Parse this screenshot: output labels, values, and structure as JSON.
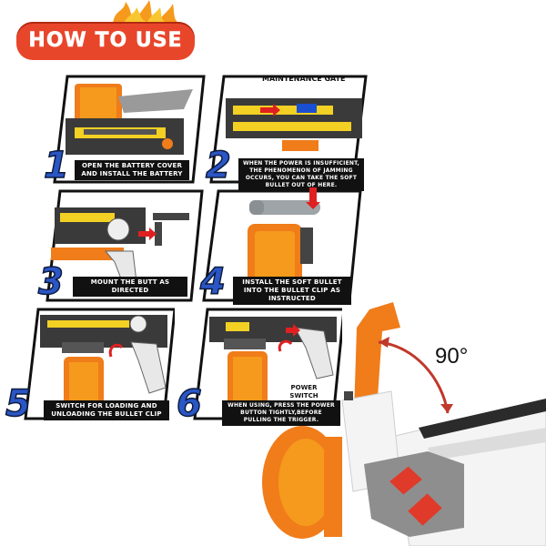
{
  "header": {
    "title": "HOW TO USE"
  },
  "steps": [
    {
      "number": "1",
      "caption": "OPEN THE BATTERY COVER AND INSTALL THE BATTERY"
    },
    {
      "number": "2",
      "caption": "WHEN THE POWER IS INSUFFICIENT, THE PHENOMENON OF JAMMING OCCURS, YOU CAN TAKE THE SOFT BULLET OUT OF HERE.",
      "label": "MAINTENANCE GATE"
    },
    {
      "number": "3",
      "caption": "MOUNT THE BUTT AS DIRECTED"
    },
    {
      "number": "4",
      "caption": "INSTALL THE SOFT BULLET INTO THE BULLET CLIP AS INSTRUCTED"
    },
    {
      "number": "5",
      "caption": "SWITCH FOR LOADING AND UNLOADING THE BULLET CLIP"
    },
    {
      "number": "6",
      "caption": "WHEN USING, PRESS THE POWER BUTTON TIGHTLY,BEFORE PULLING THE TRIGGER.",
      "label": "POWER SWITCH BUTTON"
    }
  ],
  "rotation": {
    "angle_label": "90°"
  },
  "colors": {
    "orange": "#f07c1a",
    "banner_red": "#e8462b",
    "step_blue": "#2a56c6",
    "yellow": "#f2d024",
    "dark": "#2b2b2b"
  }
}
